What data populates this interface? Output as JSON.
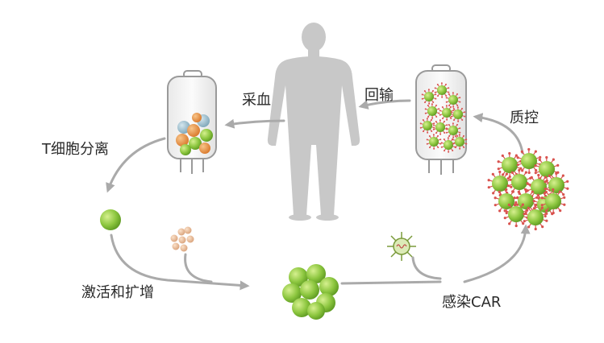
{
  "labels": {
    "blood_draw": "采血",
    "reinfusion": "回输",
    "quality_control": "质控",
    "t_cell_separation": "T细胞分离",
    "activation_expansion": "激活和扩增",
    "car_transduction": "感染CAR"
  },
  "colors": {
    "background": "#ffffff",
    "arrow": "#aaaaaa",
    "human_silhouette": "#c8c8c8",
    "t_cell_green": "#8cc63f",
    "cell_orange": "#e8943a",
    "cell_blue": "#8fb6c9",
    "bead_tan": "#e6b58e",
    "car_receptor_red": "#d9534f",
    "bag_outline": "#9a9a9a",
    "bag_fill": "#f3f3f3"
  },
  "icons": [
    "human-silhouette-icon",
    "blood-bag-icon",
    "t-cell-icon",
    "activation-bead-icon",
    "virus-vector-icon",
    "car-t-cell-icon"
  ]
}
